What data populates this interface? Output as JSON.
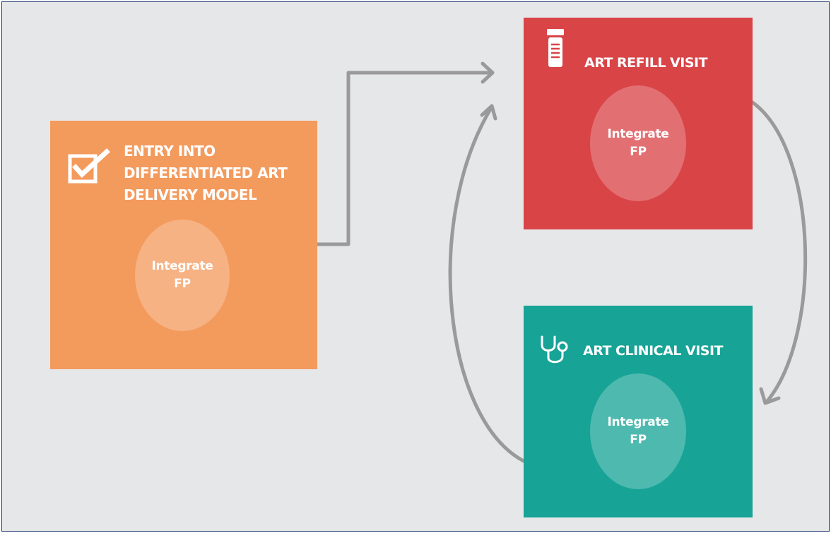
{
  "colors": {
    "background": "#e6e7e9",
    "entry": "#f39a5d",
    "refill": "#d94447",
    "clinical": "#17a396",
    "arrow": "#9a9a9a"
  },
  "entry_box": {
    "title_line1": "ENTRY INTO",
    "title_line2": "DIFFERENTIATED ART",
    "title_line3": "DELIVERY MODEL",
    "circle_line1": "Integrate",
    "circle_line2": "FP",
    "icon": "checkbox-check-icon"
  },
  "refill_box": {
    "title": "ART REFILL VISIT",
    "circle_line1": "Integrate",
    "circle_line2": "FP",
    "icon": "pill-bottle-icon"
  },
  "clinical_box": {
    "title": "ART CLINICAL VISIT",
    "circle_line1": "Integrate",
    "circle_line2": "FP",
    "icon": "stethoscope-icon"
  }
}
